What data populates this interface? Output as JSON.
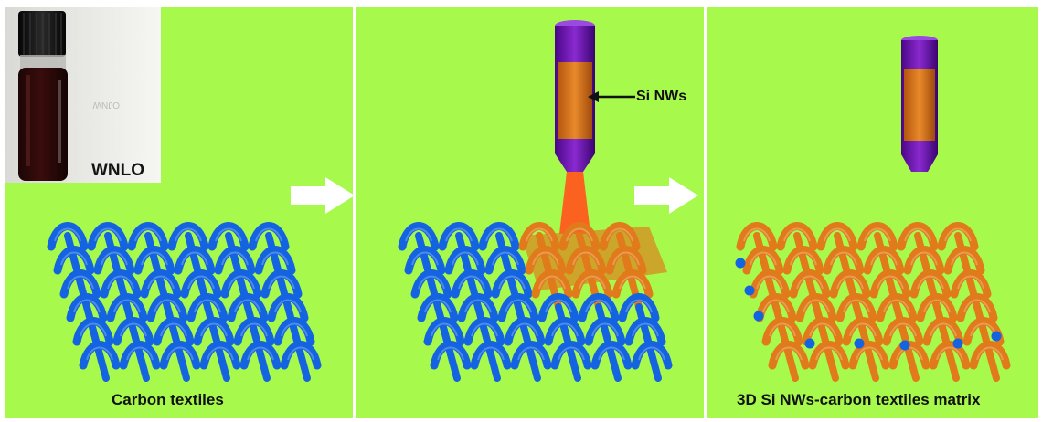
{
  "panels": {
    "first": {
      "caption": "Carbon textiles",
      "photo_text": "WNLO"
    },
    "second": {
      "annotation": "Si NWs"
    },
    "third": {
      "caption": "3D Si NWs-carbon textiles matrix"
    }
  },
  "colors": {
    "background": "#a7f94b",
    "carbon_fiber": "#1463e0",
    "coated_fiber": "#e07a1a",
    "nozzle": "#6a0aa6",
    "spray": "#ff5a1e"
  },
  "icons": [
    "vial-photo",
    "spray-nozzle-icon",
    "right-arrow-icon"
  ]
}
